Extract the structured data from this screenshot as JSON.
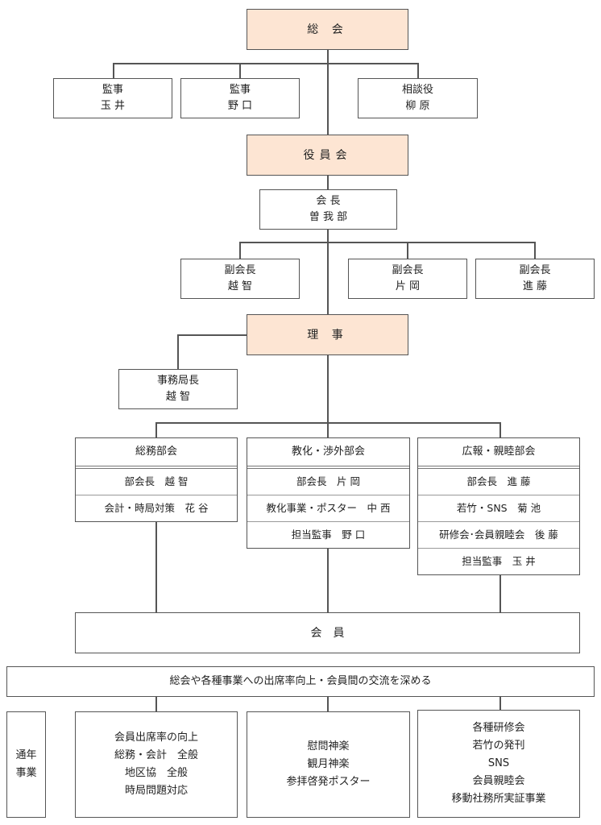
{
  "general_meeting": "総 会",
  "auditors": [
    {
      "role": "監事",
      "name": "玉 井"
    },
    {
      "role": "監事",
      "name": "野 口"
    },
    {
      "role": "相談役",
      "name": "柳 原"
    }
  ],
  "board": "役員会",
  "president": {
    "role": "会 長",
    "name": "曽 我 部"
  },
  "vice_presidents": [
    {
      "role": "副会長",
      "name": "越 智"
    },
    {
      "role": "副会長",
      "name": "片 岡"
    },
    {
      "role": "副会長",
      "name": "進 藤"
    }
  ],
  "directors": "理 事",
  "secretary_general": {
    "role": "事務局長",
    "name": "越 智"
  },
  "departments": [
    {
      "title": "総務部会",
      "rows": [
        "部会長　越 智",
        "会計・時局対策　花 谷"
      ]
    },
    {
      "title": "教化・渉外部会",
      "rows": [
        "部会長　片 岡",
        "教化事業・ポスター　中 西",
        "担当監事　野 口"
      ]
    },
    {
      "title": "広報・親睦部会",
      "rows": [
        "部会長　進 藤",
        "若竹・SNS　菊 池",
        "研修会･会員親睦会　後 藤",
        "担当監事　玉 井"
      ]
    }
  ],
  "members": "会　員",
  "goal": "総会や各種事業への出席率向上・会員間の交流を深める",
  "annual": {
    "label": [
      "通年",
      "事業"
    ],
    "columns": [
      [
        "会員出席率の向上",
        "総務・会計　全般",
        "地区協　全般",
        "時局問題対応"
      ],
      [
        "慰問神楽",
        "観月神楽",
        "参拝啓発ポスター"
      ],
      [
        "各種研修会",
        "若竹の発刊",
        "SNS",
        "会員親睦会",
        "移動社務所実証事業"
      ]
    ]
  }
}
